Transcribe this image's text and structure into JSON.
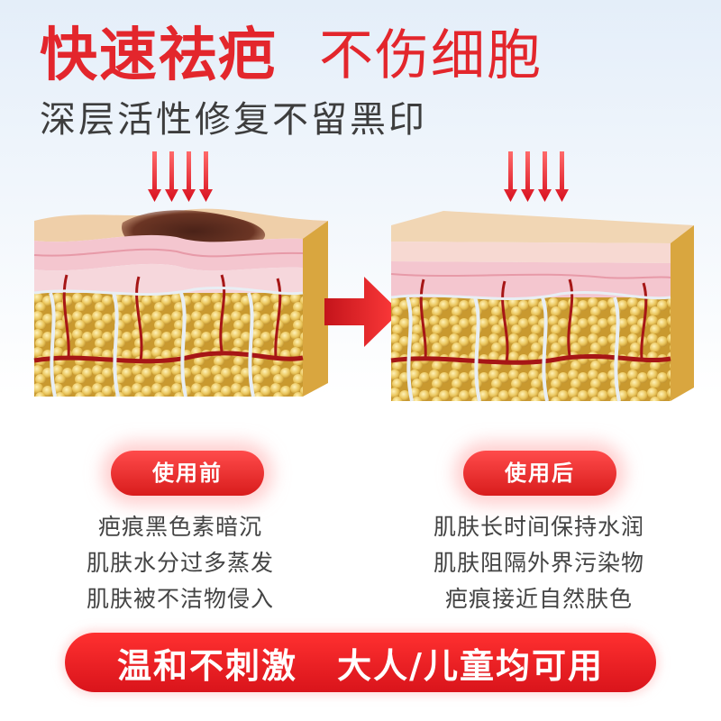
{
  "headline": {
    "bold": "快速祛疤",
    "thin": "不伤细胞"
  },
  "subtitle": "深层活性修复不留黑印",
  "before": {
    "label": "使用前",
    "points": [
      "疤痕黑色素暗沉",
      "肌肤水分过多蒸发",
      "肌肤被不洁物侵入"
    ]
  },
  "after": {
    "label": "使用后",
    "points": [
      "肌肤长时间保持水润",
      "肌肤阻隔外界污染物",
      "疤痕接近自然肤色"
    ]
  },
  "banner": {
    "left": "温和不刺激",
    "right": "大人/儿童均可用"
  },
  "colors": {
    "accent": "#e3262c",
    "text": "#444444",
    "skin": "#f1d6b4",
    "dermis": "#f4c6cf",
    "fat": "#e9c45a",
    "vessel": "#b01818",
    "scar": "#5a2d22"
  },
  "icons": [
    "down-arrows-icon",
    "right-arrow-icon"
  ]
}
